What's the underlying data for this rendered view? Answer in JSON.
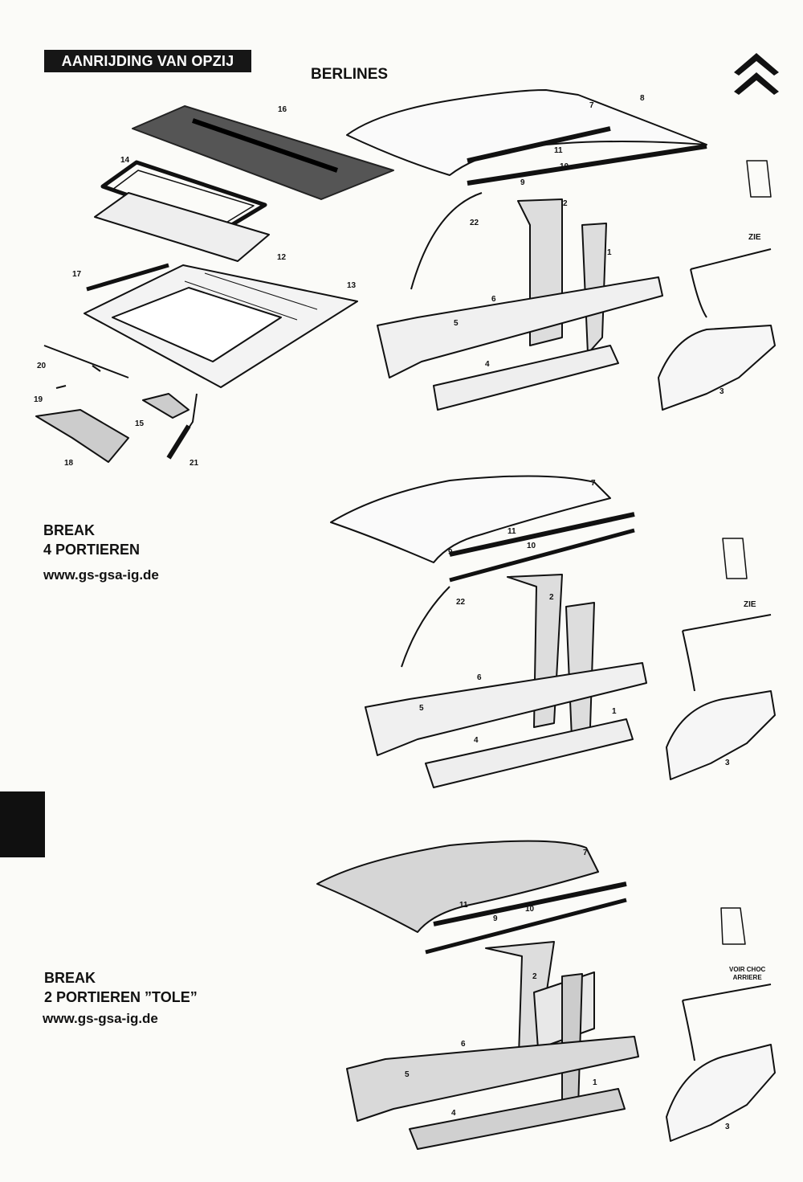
{
  "header": {
    "tag": "AANRIJDING VAN OPZIJ",
    "title": "BERLINES"
  },
  "logo": {
    "icon": "double-chevron-icon"
  },
  "sections": [
    {
      "title_line1": "BREAK",
      "title_line2": "4 PORTIEREN",
      "url": "www.gs-gsa-ig.de"
    },
    {
      "title_line1": "BREAK",
      "title_line2": "2 PORTIEREN ”TOLE”",
      "url": "www.gs-gsa-ig.de"
    }
  ],
  "notes": {
    "zie_1": "ZIE",
    "zie_2": "ZIE",
    "voir_choc_line1": "VOIR CHOC",
    "voir_choc_line2": "ARRIERE"
  },
  "part_labels": {
    "top": [
      "16",
      "14",
      "12",
      "13",
      "17",
      "20",
      "19",
      "15",
      "18",
      "21",
      "7",
      "8",
      "11",
      "9",
      "10",
      "2",
      "22",
      "1",
      "6",
      "5",
      "4",
      "3"
    ],
    "mid": [
      "7",
      "11",
      "9",
      "10",
      "22",
      "2",
      "6",
      "5",
      "4",
      "1",
      "3"
    ],
    "bottom": [
      "7",
      "11",
      "9",
      "10",
      "2",
      "6",
      "5",
      "4",
      "1",
      "3"
    ]
  }
}
